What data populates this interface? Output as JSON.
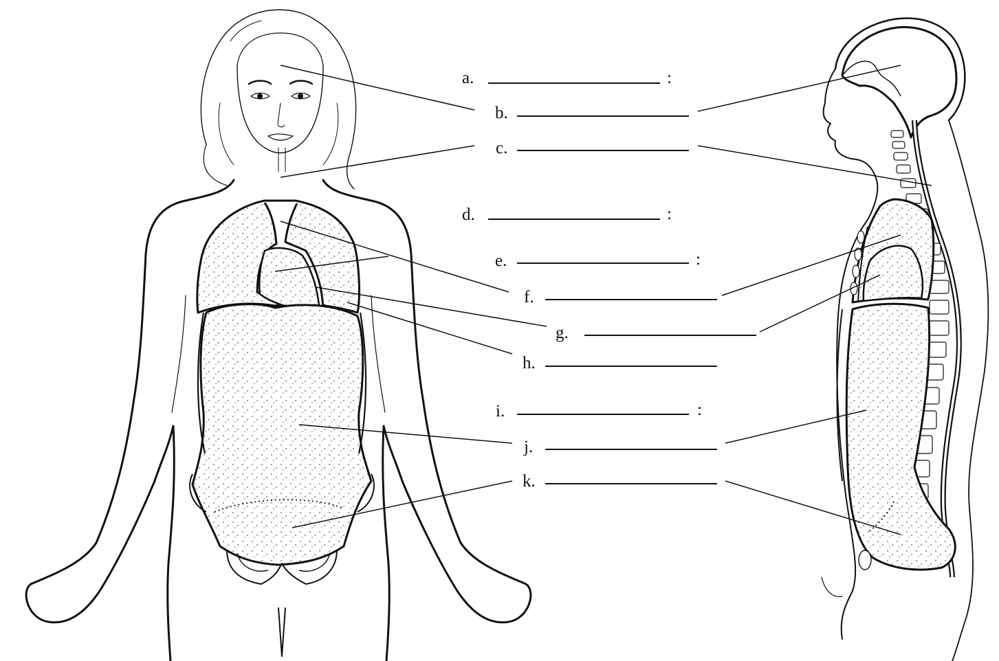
{
  "labels": [
    {
      "id": "a",
      "text": "a.",
      "colon": ":"
    },
    {
      "id": "b",
      "text": "b."
    },
    {
      "id": "c",
      "text": "c."
    },
    {
      "id": "d",
      "text": "d.",
      "colon": ":"
    },
    {
      "id": "e",
      "text": "e.",
      "colon": ":"
    },
    {
      "id": "f",
      "text": "f."
    },
    {
      "id": "g",
      "text": "g."
    },
    {
      "id": "h",
      "text": "h."
    },
    {
      "id": "i",
      "text": "i.",
      "colon": ":"
    },
    {
      "id": "j",
      "text": "j."
    },
    {
      "id": "k",
      "text": "k."
    }
  ],
  "colors": {
    "ink": "#111111",
    "fill": "#ffffff",
    "stipple": "#555555"
  }
}
